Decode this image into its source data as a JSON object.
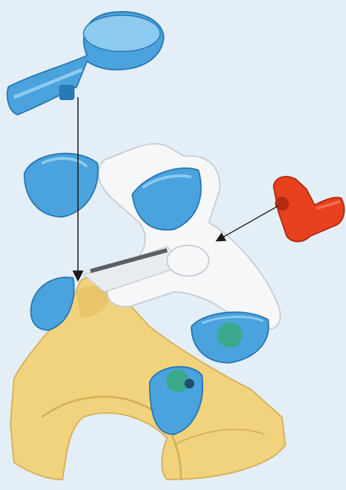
{
  "colors": {
    "background": "#e3eef7",
    "cup_blue": "#4aa3dc",
    "cup_blue_light": "#8ccaf0",
    "cup_blue_dark": "#2a78b4",
    "frame_white": "#f6f7f8",
    "frame_shadow": "#c9ced4",
    "stand_yellow": "#f2d37d",
    "stand_yellow_dark": "#d6b15a",
    "crank_red": "#e8411e",
    "crank_red_dark": "#b32b10",
    "ball_green": "#3aa88a",
    "arrow": "#1a1a1a"
  },
  "parts": [
    {
      "name": "scoop",
      "icon": "scoop-icon"
    },
    {
      "name": "water-wheel-frame",
      "icon": "wheel-frame-icon"
    },
    {
      "name": "crank-handle",
      "icon": "crank-icon"
    },
    {
      "name": "stand",
      "icon": "stand-icon"
    }
  ],
  "connectors": [
    {
      "from": "scoop",
      "to": "stand"
    },
    {
      "from": "crank-handle",
      "to": "water-wheel-frame"
    }
  ]
}
